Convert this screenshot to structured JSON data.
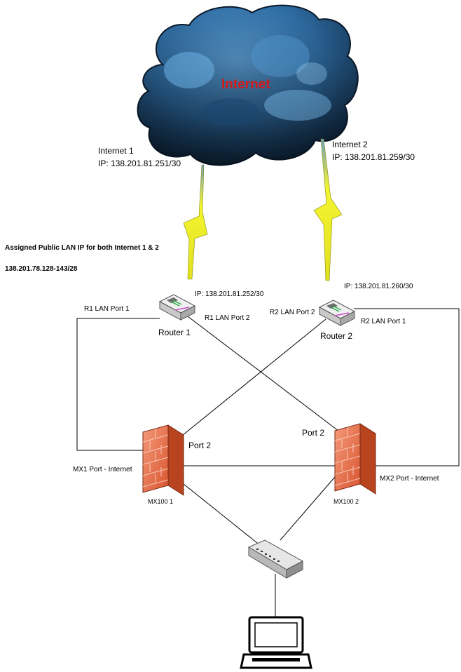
{
  "cloud": {
    "label": "Internet"
  },
  "links": {
    "internet1": {
      "name": "Internet 1",
      "ip": "IP: 138.201.81.251/30"
    },
    "internet2": {
      "name": "Internet 2",
      "ip": "IP: 138.201.81.259/30"
    }
  },
  "assigned": {
    "line1": "Assigned Public LAN IP for both Internet 1 & 2",
    "line2": "138.201.78.128-143/28"
  },
  "routers": {
    "r1": {
      "name": "Router 1",
      "ip": "IP: 138.201.81.252/30",
      "port1": "R1 LAN Port 1",
      "port2": "R1 LAN Port 2"
    },
    "r2": {
      "name": "Router 2",
      "ip": "IP: 138.201.81.260/30",
      "port1": "R2 LAN Port 1",
      "port2": "R2 LAN Port 2"
    }
  },
  "firewalls": {
    "mx1": {
      "name": "MX100 1",
      "internet_port": "MX1 Port - Internet",
      "port2": "Port 2"
    },
    "mx2": {
      "name": "MX100 2",
      "internet_port": "MX2 Port - Internet",
      "port2": "Port 2"
    }
  },
  "colors": {
    "cloud_dark": "#0f2a46",
    "cloud_mid": "#2f6ea6",
    "cloud_light": "#5fa3d9",
    "internet_text": "#d21a1a",
    "bolt": "#f2f22a",
    "firewall": "#e8724f",
    "line": "#000000"
  }
}
